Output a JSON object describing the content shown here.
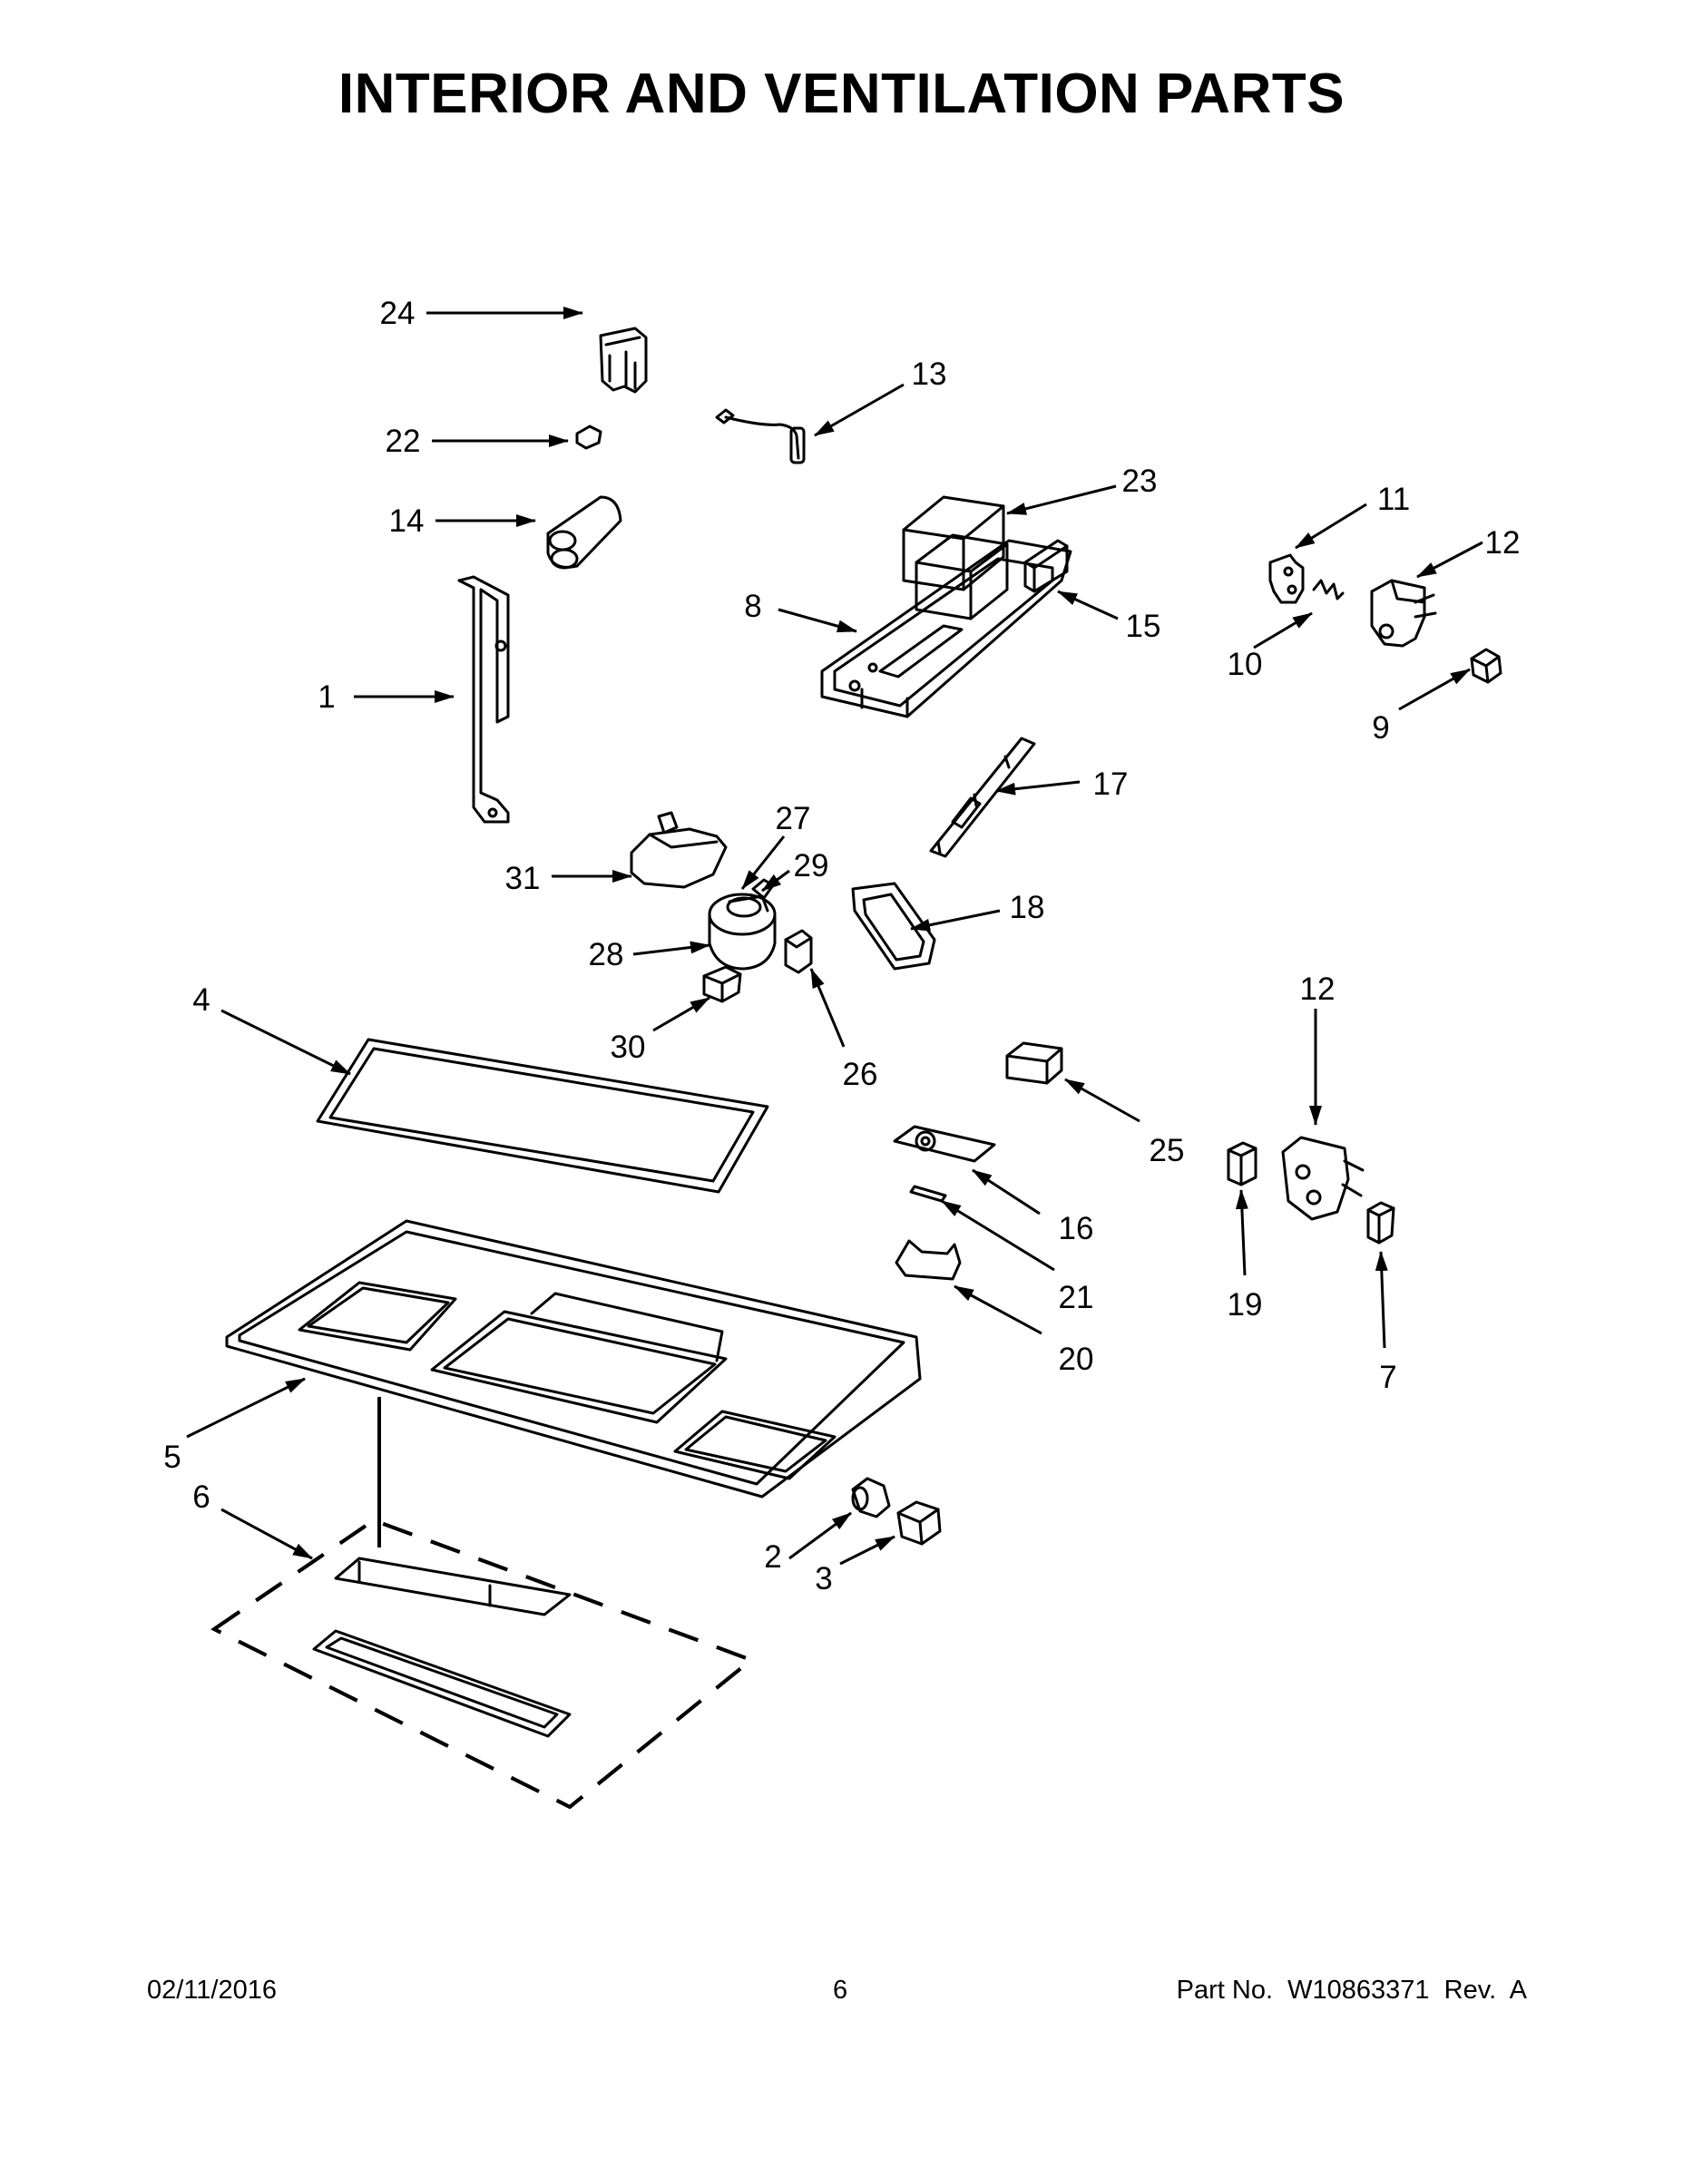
{
  "page": {
    "title": "INTERIOR AND VENTILATION PARTS",
    "footer": {
      "date": "02/11/2016",
      "page_number": "6",
      "part_no": "Part No.  W10863371  Rev.  A"
    }
  },
  "callouts": [
    {
      "id": "c24",
      "label": "24"
    },
    {
      "id": "c22",
      "label": "22"
    },
    {
      "id": "c14",
      "label": "14"
    },
    {
      "id": "c1",
      "label": "1"
    },
    {
      "id": "c13",
      "label": "13"
    },
    {
      "id": "c23",
      "label": "23"
    },
    {
      "id": "c8",
      "label": "8"
    },
    {
      "id": "c15",
      "label": "15"
    },
    {
      "id": "c11",
      "label": "11"
    },
    {
      "id": "c12a",
      "label": "12"
    },
    {
      "id": "c10",
      "label": "10"
    },
    {
      "id": "c9",
      "label": "9"
    },
    {
      "id": "c17",
      "label": "17"
    },
    {
      "id": "c27",
      "label": "27"
    },
    {
      "id": "c29",
      "label": "29"
    },
    {
      "id": "c31",
      "label": "31"
    },
    {
      "id": "c18",
      "label": "18"
    },
    {
      "id": "c28",
      "label": "28"
    },
    {
      "id": "c4",
      "label": "4"
    },
    {
      "id": "c30",
      "label": "30"
    },
    {
      "id": "c26",
      "label": "26"
    },
    {
      "id": "c12b",
      "label": "12"
    },
    {
      "id": "c25",
      "label": "25"
    },
    {
      "id": "c16",
      "label": "16"
    },
    {
      "id": "c21",
      "label": "21"
    },
    {
      "id": "c20",
      "label": "20"
    },
    {
      "id": "c19",
      "label": "19"
    },
    {
      "id": "c7",
      "label": "7"
    },
    {
      "id": "c5",
      "label": "5"
    },
    {
      "id": "c6",
      "label": "6"
    },
    {
      "id": "c2",
      "label": "2"
    },
    {
      "id": "c3",
      "label": "3"
    }
  ]
}
